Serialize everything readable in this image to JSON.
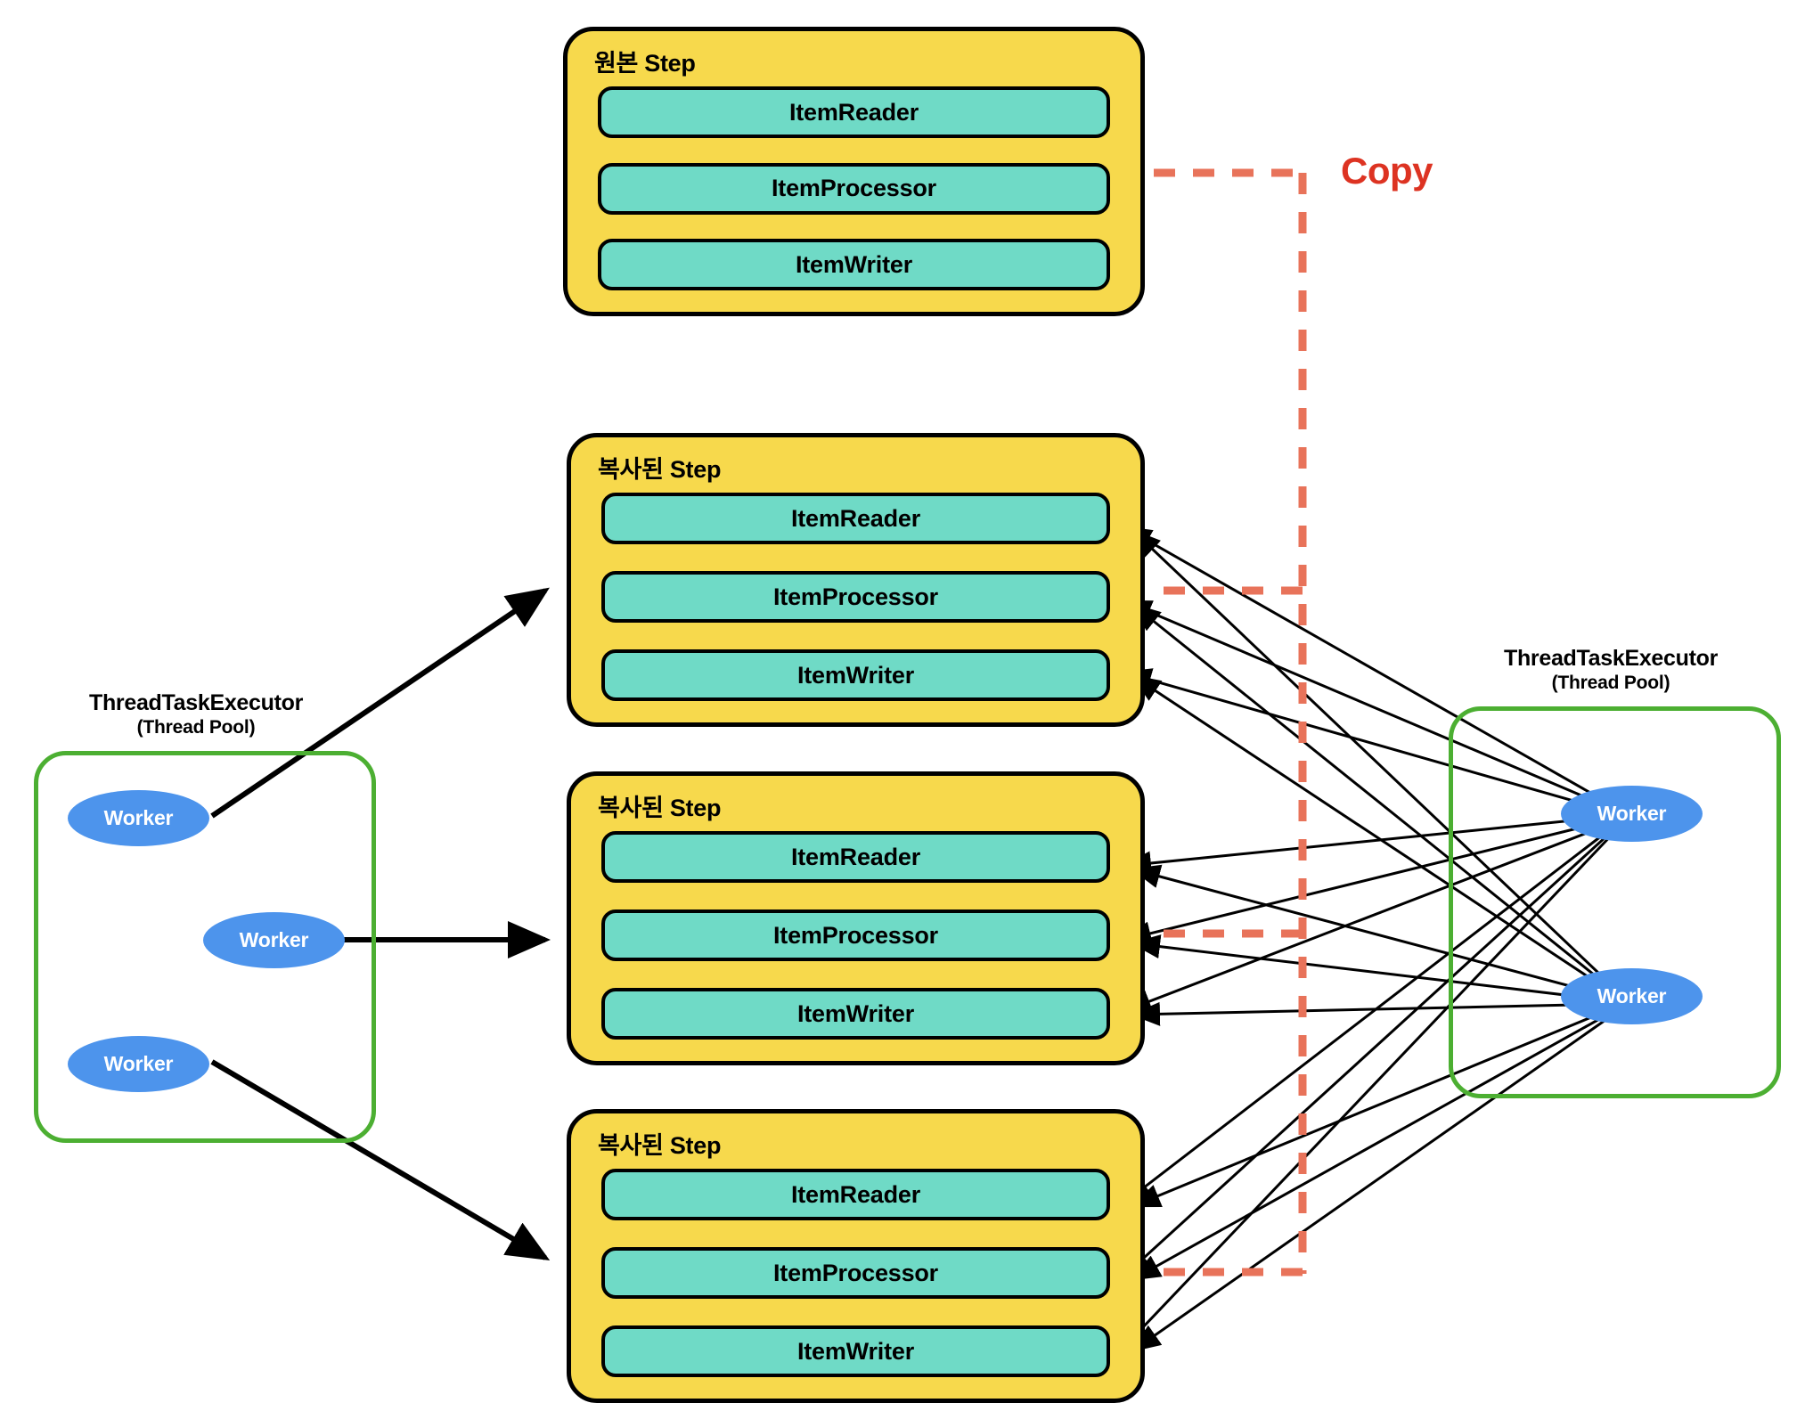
{
  "diagram": {
    "title": "Spring Batch Multi-threaded Step / Partitioning Copy Diagram",
    "colors": {
      "step_fill": "#F7D94C",
      "component_fill": "#6FDAC6",
      "executor_border": "#4CAF32",
      "worker_fill": "#4D94EC",
      "copy_dash": "#E8735A",
      "copy_text": "#DD3322",
      "outline": "#000000"
    }
  },
  "original_step": {
    "title": "원본 Step",
    "components": [
      "ItemReader",
      "ItemProcessor",
      "ItemWriter"
    ]
  },
  "copy_annotation": {
    "label": "Copy"
  },
  "copied_steps": [
    {
      "title": "복사된 Step",
      "components": [
        "ItemReader",
        "ItemProcessor",
        "ItemWriter"
      ]
    },
    {
      "title": "복사된 Step",
      "components": [
        "ItemReader",
        "ItemProcessor",
        "ItemWriter"
      ]
    },
    {
      "title": "복사된 Step",
      "components": [
        "ItemReader",
        "ItemProcessor",
        "ItemWriter"
      ]
    }
  ],
  "left_executor": {
    "title": "ThreadTaskExecutor",
    "subtitle": "(Thread Pool)",
    "workers": [
      {
        "label": "Worker"
      },
      {
        "label": "Worker"
      },
      {
        "label": "Worker"
      }
    ]
  },
  "right_executor": {
    "title": "ThreadTaskExecutor",
    "subtitle": "(Thread Pool)",
    "workers": [
      {
        "label": "Worker"
      },
      {
        "label": "Worker"
      }
    ]
  }
}
